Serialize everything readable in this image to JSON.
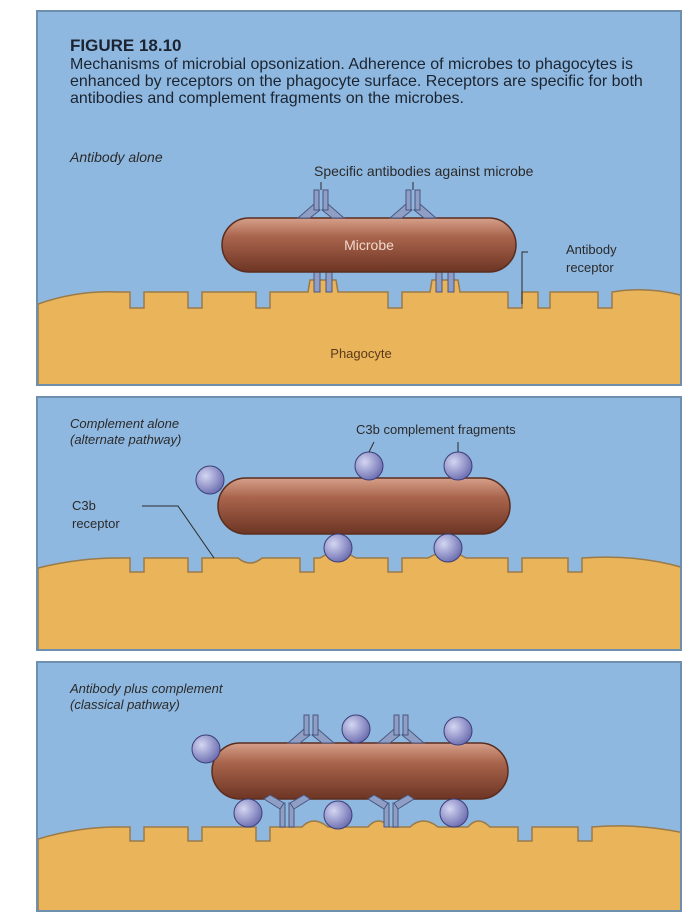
{
  "figure": {
    "number": "FIGURE 18.10",
    "caption": "Mechanisms of microbial opsonization. Adherence of microbes to phagocytes is enhanced by receptors on the phagocyte surface. Receptors are specific for both antibodies and complement fragments on the microbes."
  },
  "panels": [
    {
      "title": "Antibody alone",
      "labels": {
        "antibodies": "Specific antibodies against microbe",
        "microbe": "Microbe",
        "receptor_line1": "Antibody",
        "receptor_line2": "receptor",
        "phagocyte": "Phagocyte"
      }
    },
    {
      "title_line1": "Complement alone",
      "title_line2": "(alternate pathway)",
      "labels": {
        "fragments": "C3b complement fragments",
        "receptor_line1": "C3b",
        "receptor_line2": "receptor"
      }
    },
    {
      "title_line1": "Antibody plus complement",
      "title_line2": "(classical pathway)"
    }
  ],
  "colors": {
    "background": "#8fb8e0",
    "phagocyte": "#e9b45a",
    "microbe": "#93533e",
    "antibody": "#8e9ec4",
    "complement": "#8d8fc8"
  }
}
